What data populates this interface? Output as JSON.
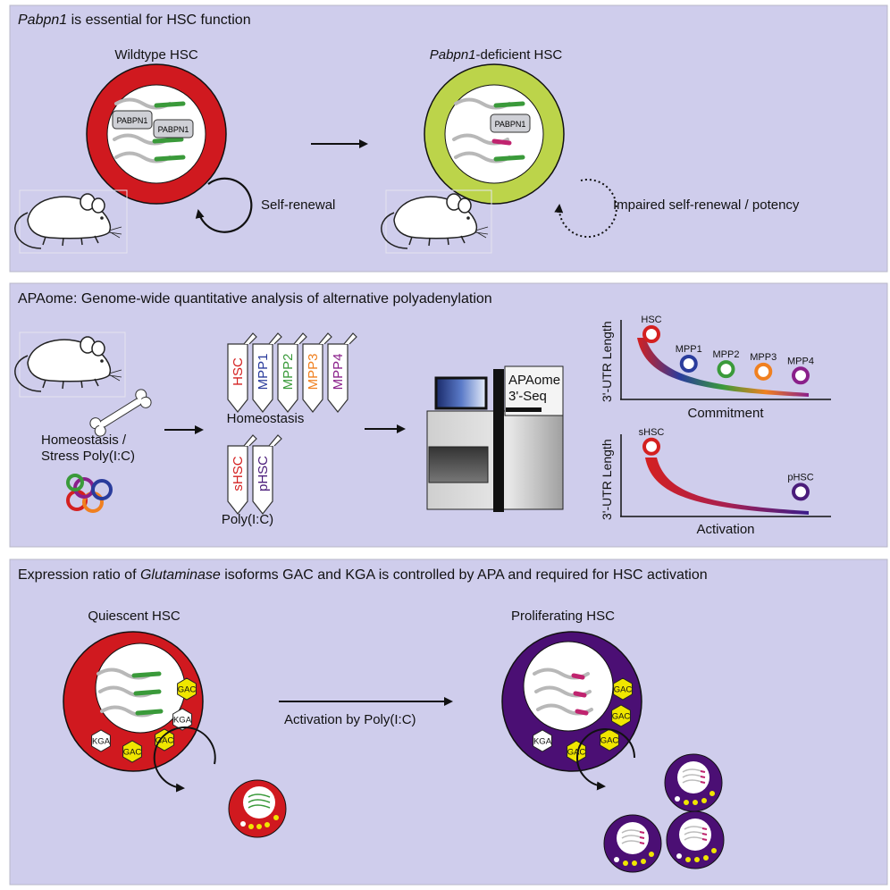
{
  "colors": {
    "panel_bg": "#cfcdec",
    "panel_border": "#b8b8c8",
    "red_cell": "#d0191f",
    "green_cell": "#bcd44a",
    "purple_cell": "#4b0f74",
    "green_mark": "#3a9a3a",
    "magenta_mark": "#c0246f",
    "gac_yellow": "#f0e600",
    "hsc": "#d42020",
    "mpp1": "#2a3c9c",
    "mpp2": "#3a9a3a",
    "mpp3": "#f08020",
    "mpp4": "#8a1f8a",
    "phsc": "#4a1c7a"
  },
  "panel1": {
    "title_italic": "Pabpn1",
    "title_rest": " is essential for HSC function",
    "wt_label": "Wildtype HSC",
    "def_label_italic": "Pabpn1",
    "def_label_rest": "-deficient HSC",
    "protein": "PABPN1",
    "self_renewal": "Self-renewal",
    "impaired": "Impaired self-renewal / potency"
  },
  "panel2": {
    "title": "APAome: Genome-wide quantitative analysis of alternative polyadenylation",
    "condition_line1": "Homeostasis /",
    "condition_line2": "Stress Poly(I:C)",
    "tubes": [
      "HSC",
      "MPP1",
      "MPP2",
      "MPP3",
      "MPP4"
    ],
    "tubes_label": "Homeostasis",
    "tubes2": [
      "sHSC",
      "pHSC"
    ],
    "tubes2_label": "Poly(I:C)",
    "sequencer_line1": "APAome",
    "sequencer_line2": "3'-Seq",
    "ylabel": "3'-UTR Length",
    "chart1_xlabel": "Commitment",
    "chart2_xlabel": "Activation",
    "chart1_points": [
      "HSC",
      "MPP1",
      "MPP2",
      "MPP3",
      "MPP4"
    ],
    "chart2_points": [
      "sHSC",
      "pHSC"
    ]
  },
  "panel3": {
    "title_pre": "Expression ratio of ",
    "title_italic": "Glutaminase",
    "title_post": " isoforms GAC and KGA is controlled by APA and required for HSC activation",
    "quiescent": "Quiescent HSC",
    "proliferating": "Proliferating HSC",
    "activation": "Activation by Poly(I:C)",
    "gac": "GAC",
    "kga": "KGA"
  },
  "chart_data": [
    {
      "type": "scatter",
      "ylabel": "3'-UTR Length",
      "xlabel": "Commitment",
      "categories": [
        "HSC",
        "MPP1",
        "MPP2",
        "MPP3",
        "MPP4"
      ],
      "values": [
        0.82,
        0.45,
        0.38,
        0.35,
        0.3
      ]
    },
    {
      "type": "scatter",
      "ylabel": "3'-UTR Length",
      "xlabel": "Activation",
      "categories": [
        "sHSC",
        "pHSC"
      ],
      "values": [
        0.85,
        0.3
      ]
    }
  ]
}
